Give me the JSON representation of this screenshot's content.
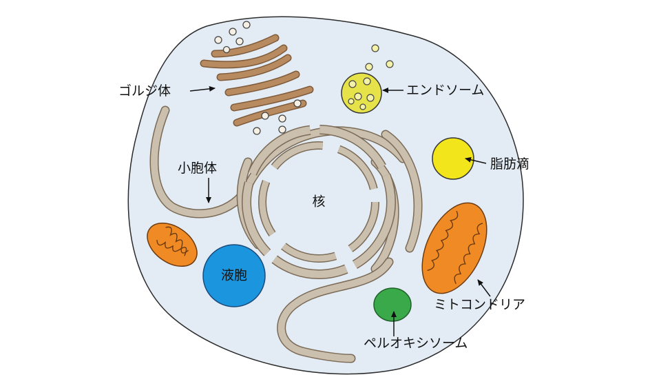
{
  "labels": {
    "golgi": "ゴルジ体",
    "endosome": "エンドソーム",
    "lipid_droplet": "脂肪滴",
    "vesicle": "小胞体",
    "nucleus": "核",
    "vacuole": "液胞",
    "mitochondria": "ミトコンドリア",
    "peroxisome": "ペルオキシソーム"
  },
  "colors": {
    "cytoplasm": "#e3ecf5",
    "membrane": "#2b2b2b",
    "er": "#cbbfae",
    "golgi": "#b78a60",
    "endosome": "#e6e34a",
    "lipid_droplet": "#f2e51c",
    "vacuole": "#1c95df",
    "mitochondria": "#f08a24",
    "peroxisome": "#3aa94a"
  }
}
